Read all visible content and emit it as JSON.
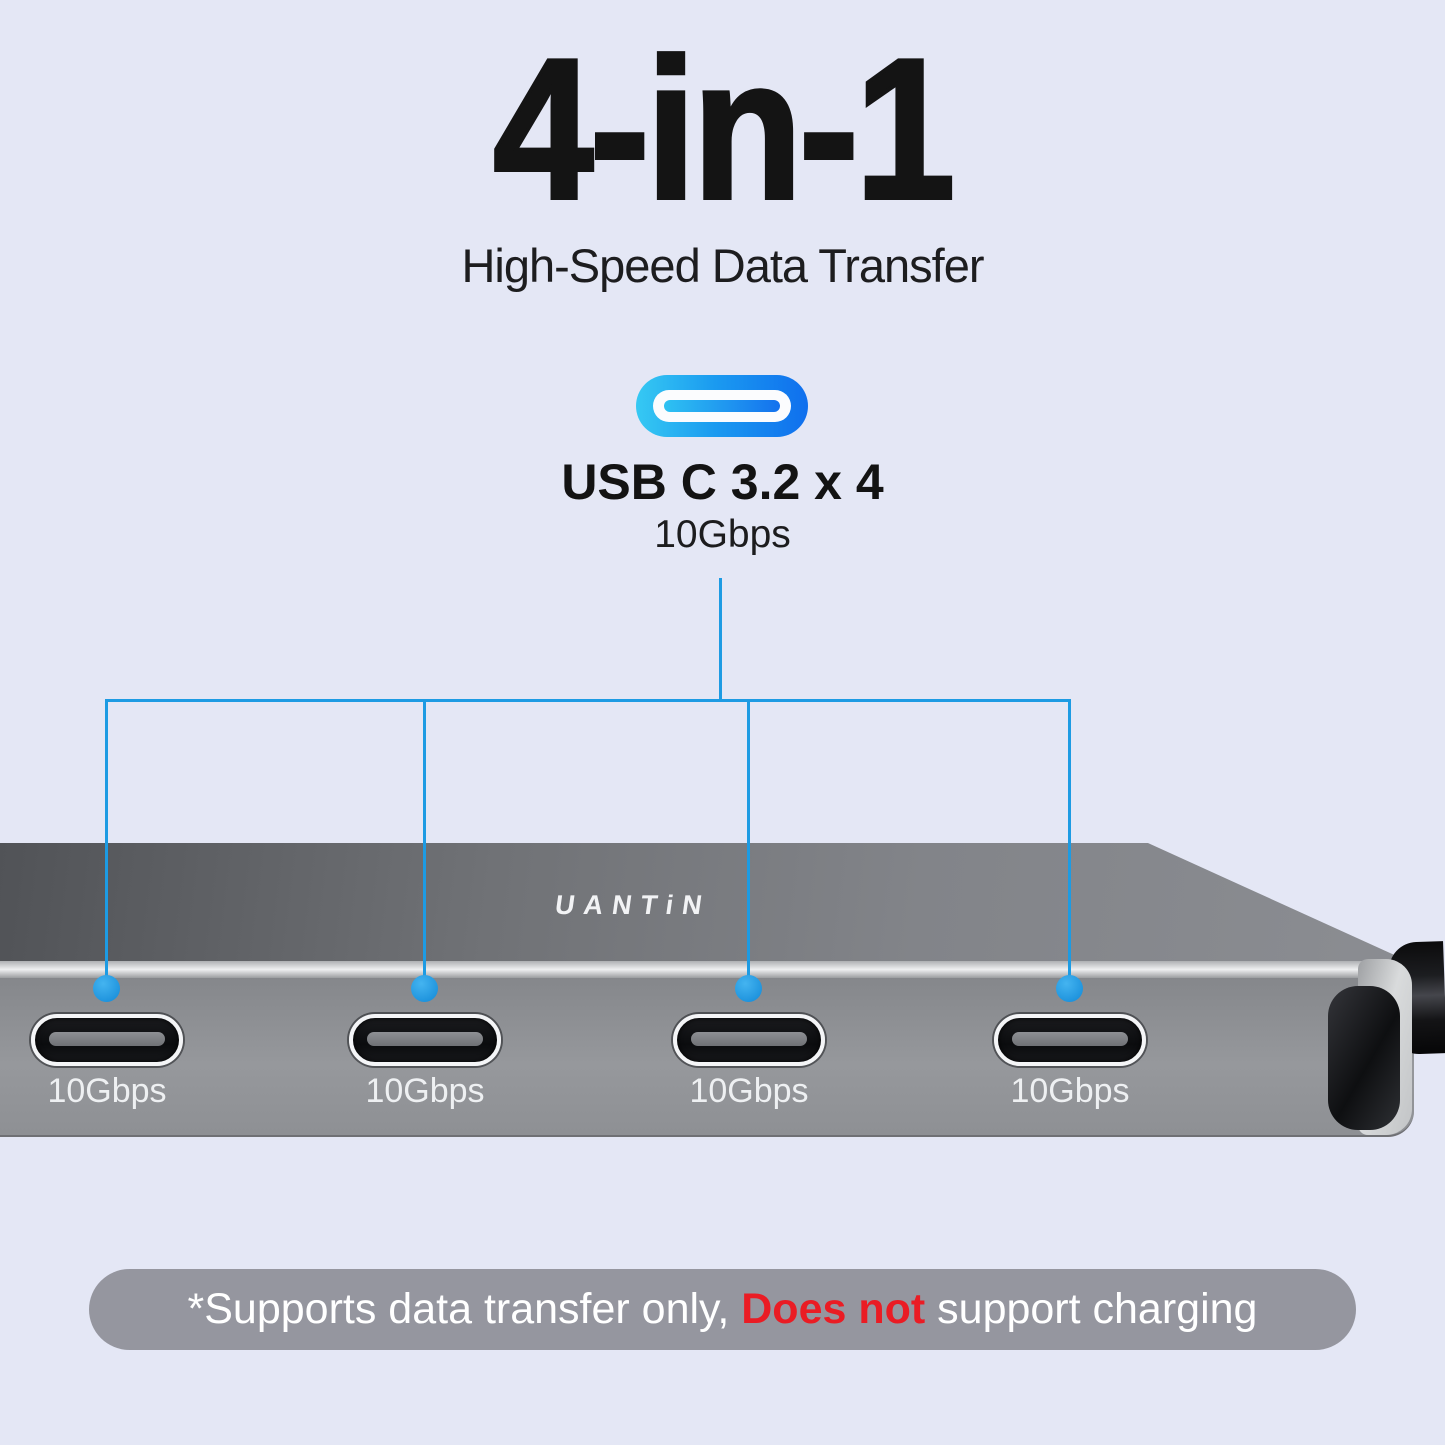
{
  "title": "4-in-1",
  "subtitle": "High-Speed Data Transfer",
  "connector_icon": {
    "name": "usb-c-port-icon",
    "gradient": [
      "#36c9f3",
      "#0f6fee"
    ]
  },
  "spec": {
    "label": "USB C 3.2 x 4",
    "speed": "10Gbps"
  },
  "callout": {
    "line_color": "#1d9be3",
    "dot_color": "#2aa2e9",
    "port_count": 4
  },
  "device": {
    "brand": "UANTiN",
    "body_color": "#8e9094",
    "ports": [
      {
        "label": "10Gbps"
      },
      {
        "label": "10Gbps"
      },
      {
        "label": "10Gbps"
      },
      {
        "label": "10Gbps"
      }
    ]
  },
  "footnote": {
    "prefix": "*Supports data transfer only, ",
    "highlight": "Does not",
    "suffix": " support charging",
    "highlight_color": "#ea1c24",
    "banner_color": "#95969f"
  },
  "background_color": "#e4e7f5"
}
